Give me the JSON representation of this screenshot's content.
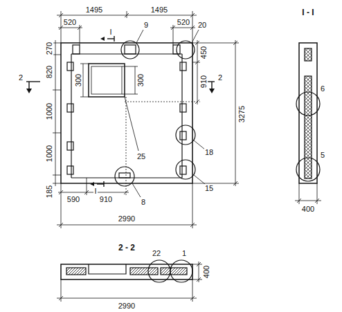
{
  "diagram": {
    "labels": [
      "1495",
      "1495",
      "520",
      "520",
      "I",
      "9",
      "20",
      "270",
      "450",
      "820",
      "2",
      "2",
      "300",
      "300",
      "910",
      "25",
      "1000",
      "1000",
      "3275",
      "18",
      "185",
      "590",
      "910",
      "I",
      "8",
      "15",
      "2990",
      "I - I",
      "6",
      "5",
      "400",
      "2 - 2",
      "22",
      "1",
      "400",
      "2990"
    ]
  }
}
